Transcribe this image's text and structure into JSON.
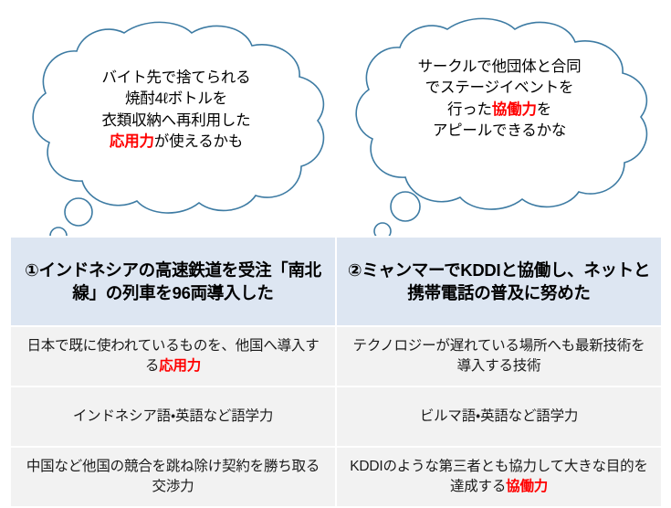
{
  "colors": {
    "bubble_stroke": "#3d7ba3",
    "bubble_fill": "#ffffff",
    "header_bg": "#dde6f2",
    "body_bg": "#f2f2f2",
    "divider": "#ffffff",
    "highlight_text": "#ff0000",
    "body_text": "#1a1a1a"
  },
  "bubbles": [
    {
      "id": "left-thought-bubble",
      "lines": [
        {
          "segments": [
            {
              "text": "バイト先で捨てられる",
              "highlight": false
            }
          ]
        },
        {
          "segments": [
            {
              "text": "焼酎4ℓボトルを",
              "highlight": false
            }
          ]
        },
        {
          "segments": [
            {
              "text": "衣類収納へ再利用した",
              "highlight": false
            }
          ]
        },
        {
          "segments": [
            {
              "text": "応用力",
              "highlight": true
            },
            {
              "text": "が使えるかも",
              "highlight": false
            }
          ]
        }
      ]
    },
    {
      "id": "right-thought-bubble",
      "lines": [
        {
          "segments": [
            {
              "text": "サークルで他団体と合同",
              "highlight": false
            }
          ]
        },
        {
          "segments": [
            {
              "text": "でステージイベントを",
              "highlight": false
            }
          ]
        },
        {
          "segments": [
            {
              "text": "行った",
              "highlight": false
            },
            {
              "text": "協働力",
              "highlight": true
            },
            {
              "text": "を",
              "highlight": false
            }
          ]
        },
        {
          "segments": [
            {
              "text": "アピールできるかな",
              "highlight": false
            }
          ]
        }
      ]
    }
  ],
  "table": {
    "headers": [
      {
        "lines": [
          {
            "segments": [
              {
                "text": "①インドネシアの高速鉄道を受注",
                "highlight": false
              }
            ]
          },
          {
            "segments": [
              {
                "text": "「南北線」の列車を96両導入した",
                "highlight": false
              }
            ]
          }
        ]
      },
      {
        "lines": [
          {
            "segments": [
              {
                "text": "②ミャンマーでKDDIと協働し、",
                "highlight": false
              }
            ]
          },
          {
            "segments": [
              {
                "text": "ネットと携帯電話の普及に努めた",
                "highlight": false
              }
            ]
          }
        ]
      }
    ],
    "rows": [
      [
        {
          "lines": [
            {
              "segments": [
                {
                  "text": "日本で既に使われているものを、",
                  "highlight": false
                }
              ]
            },
            {
              "segments": [
                {
                  "text": "他国へ導入する",
                  "highlight": false
                },
                {
                  "text": "応用力",
                  "highlight": true
                }
              ]
            }
          ]
        },
        {
          "lines": [
            {
              "segments": [
                {
                  "text": "テクノロジーが遅れている場所へも",
                  "highlight": false
                }
              ]
            },
            {
              "segments": [
                {
                  "text": "最新技術を導入する技術",
                  "highlight": false
                }
              ]
            }
          ]
        }
      ],
      [
        {
          "lines": [
            {
              "segments": [
                {
                  "text": "インドネシア語・英語など語学力",
                  "highlight": false
                }
              ]
            }
          ]
        },
        {
          "lines": [
            {
              "segments": [
                {
                  "text": "ビルマ語・英語など語学力",
                  "highlight": false
                }
              ]
            }
          ]
        }
      ],
      [
        {
          "lines": [
            {
              "segments": [
                {
                  "text": "中国など他国の競合を跳ね除け",
                  "highlight": false
                }
              ]
            },
            {
              "segments": [
                {
                  "text": "契約を勝ち取る交渉力",
                  "highlight": false
                }
              ]
            }
          ]
        },
        {
          "lines": [
            {
              "segments": [
                {
                  "text": "KDDIのような第三者とも協力して",
                  "highlight": false
                }
              ]
            },
            {
              "segments": [
                {
                  "text": "大きな目的を達成する",
                  "highlight": false
                },
                {
                  "text": "協働力",
                  "highlight": true
                }
              ]
            }
          ]
        }
      ]
    ]
  }
}
